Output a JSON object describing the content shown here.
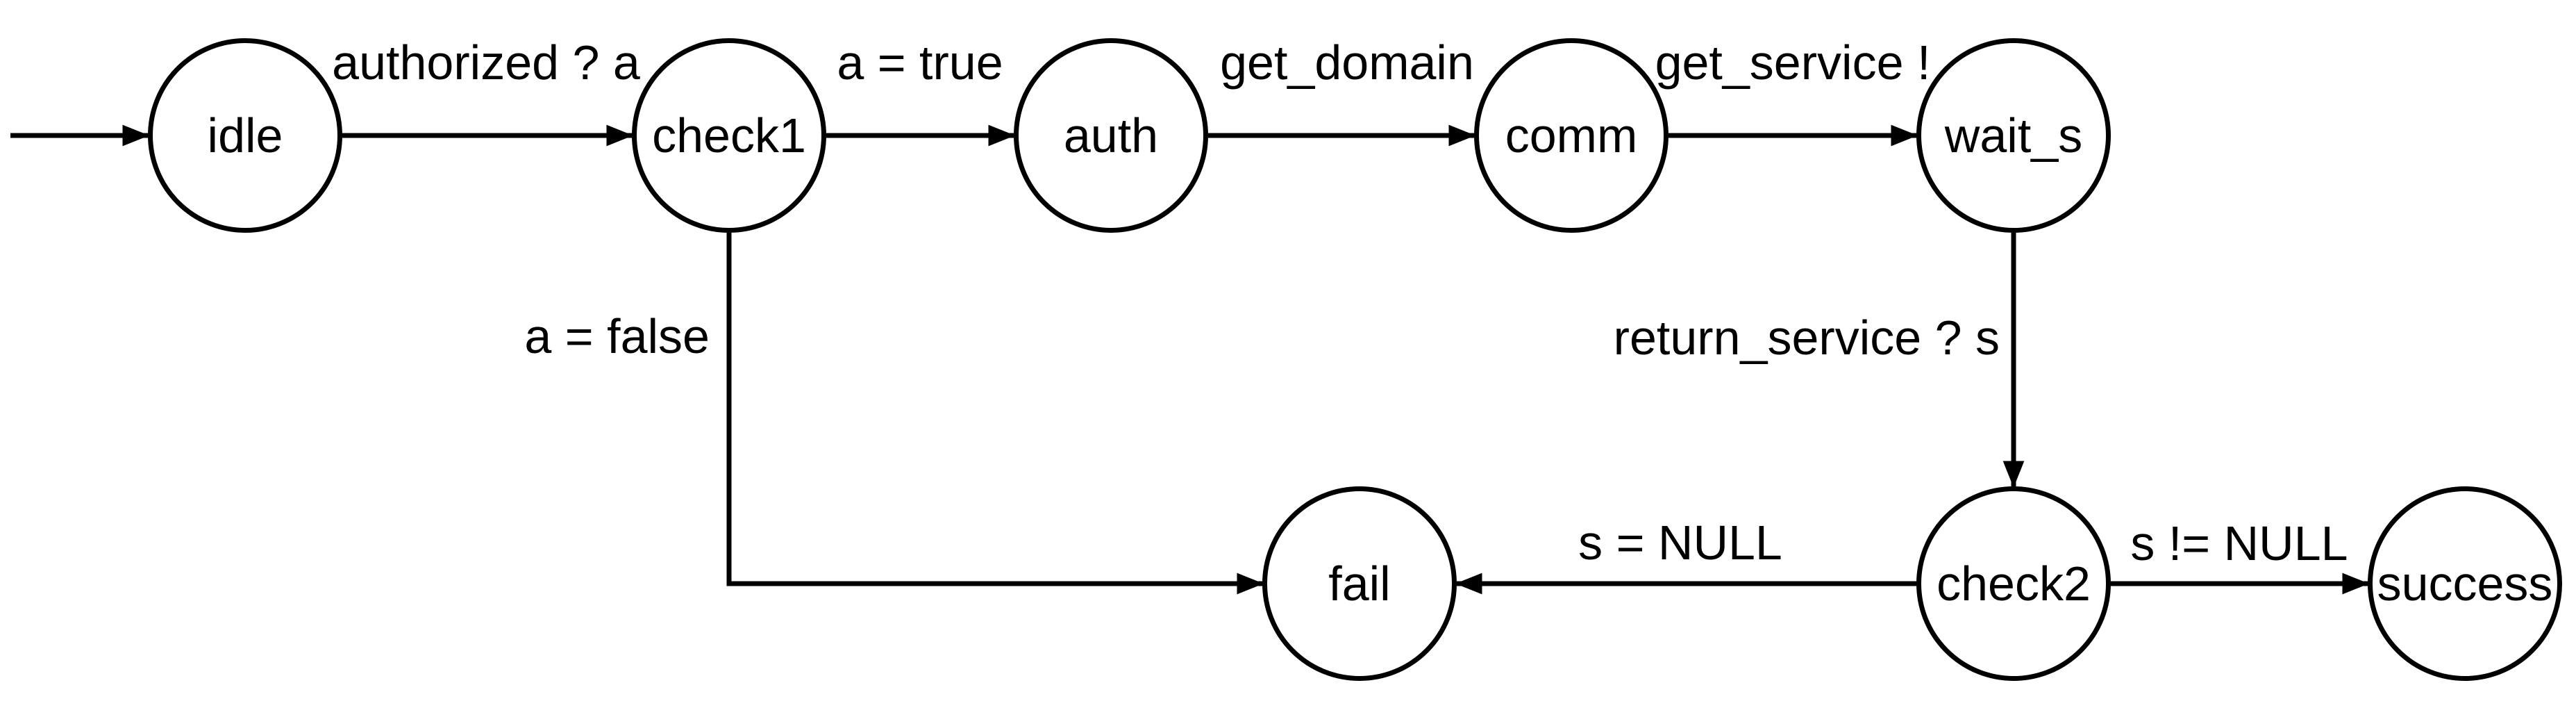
{
  "diagram": {
    "type": "state-machine",
    "colors": {
      "stroke": "#000000",
      "background": "#ffffff",
      "text": "#000000"
    },
    "initial_state": "idle",
    "states": [
      {
        "id": "idle",
        "label": "idle"
      },
      {
        "id": "check1",
        "label": "check1"
      },
      {
        "id": "auth",
        "label": "auth"
      },
      {
        "id": "comm",
        "label": "comm"
      },
      {
        "id": "wait_s",
        "label": "wait_s"
      },
      {
        "id": "fail",
        "label": "fail"
      },
      {
        "id": "check2",
        "label": "check2"
      },
      {
        "id": "success",
        "label": "success"
      }
    ],
    "transitions": [
      {
        "from": "(start)",
        "to": "idle",
        "label": ""
      },
      {
        "from": "idle",
        "to": "check1",
        "label": "authorized ? a"
      },
      {
        "from": "check1",
        "to": "auth",
        "label": "a = true"
      },
      {
        "from": "auth",
        "to": "comm",
        "label": "get_domain"
      },
      {
        "from": "comm",
        "to": "wait_s",
        "label": "get_service !"
      },
      {
        "from": "wait_s",
        "to": "check2",
        "label": "return_service ? s"
      },
      {
        "from": "check1",
        "to": "fail",
        "label": "a = false"
      },
      {
        "from": "check2",
        "to": "fail",
        "label": "s = NULL"
      },
      {
        "from": "check2",
        "to": "success",
        "label": "s != NULL"
      }
    ]
  }
}
